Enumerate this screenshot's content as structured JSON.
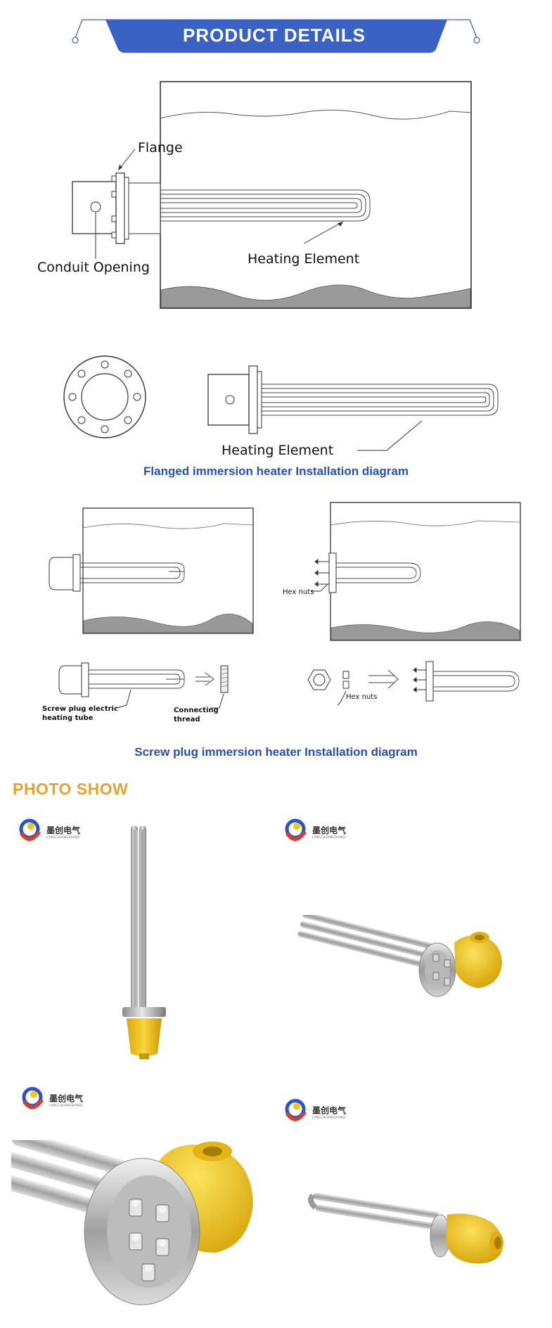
{
  "header": {
    "title": "PRODUCT DETAILS"
  },
  "diagram1": {
    "flange_label": "Flange",
    "conduit_label": "Conduit  Opening",
    "heating_label": "Heating  Element"
  },
  "diagram2": {
    "heating_label": "Heating  Element"
  },
  "caption1": "Flanged immersion heater Installation diagram",
  "diagram3": {
    "hex_nuts_label": "Hex nuts",
    "screw_plug_line1": "Screw plug electric",
    "screw_plug_line2": "heating tube",
    "connecting_line1": "Connecting",
    "connecting_line2": "thread",
    "hex_nuts_label2": "Hex nuts"
  },
  "caption2": "Screw plug immersion heater Installation diagram",
  "photo_section": {
    "title": "PHOTO SHOW"
  },
  "logo": {
    "brand": "墨创电气",
    "sub": "LANGCHUANGDIANQI"
  },
  "colors": {
    "banner": "#3a62c4",
    "caption": "#2650b8",
    "photo_title": "#e6a233",
    "plug_yellow": "#f2c41a"
  }
}
